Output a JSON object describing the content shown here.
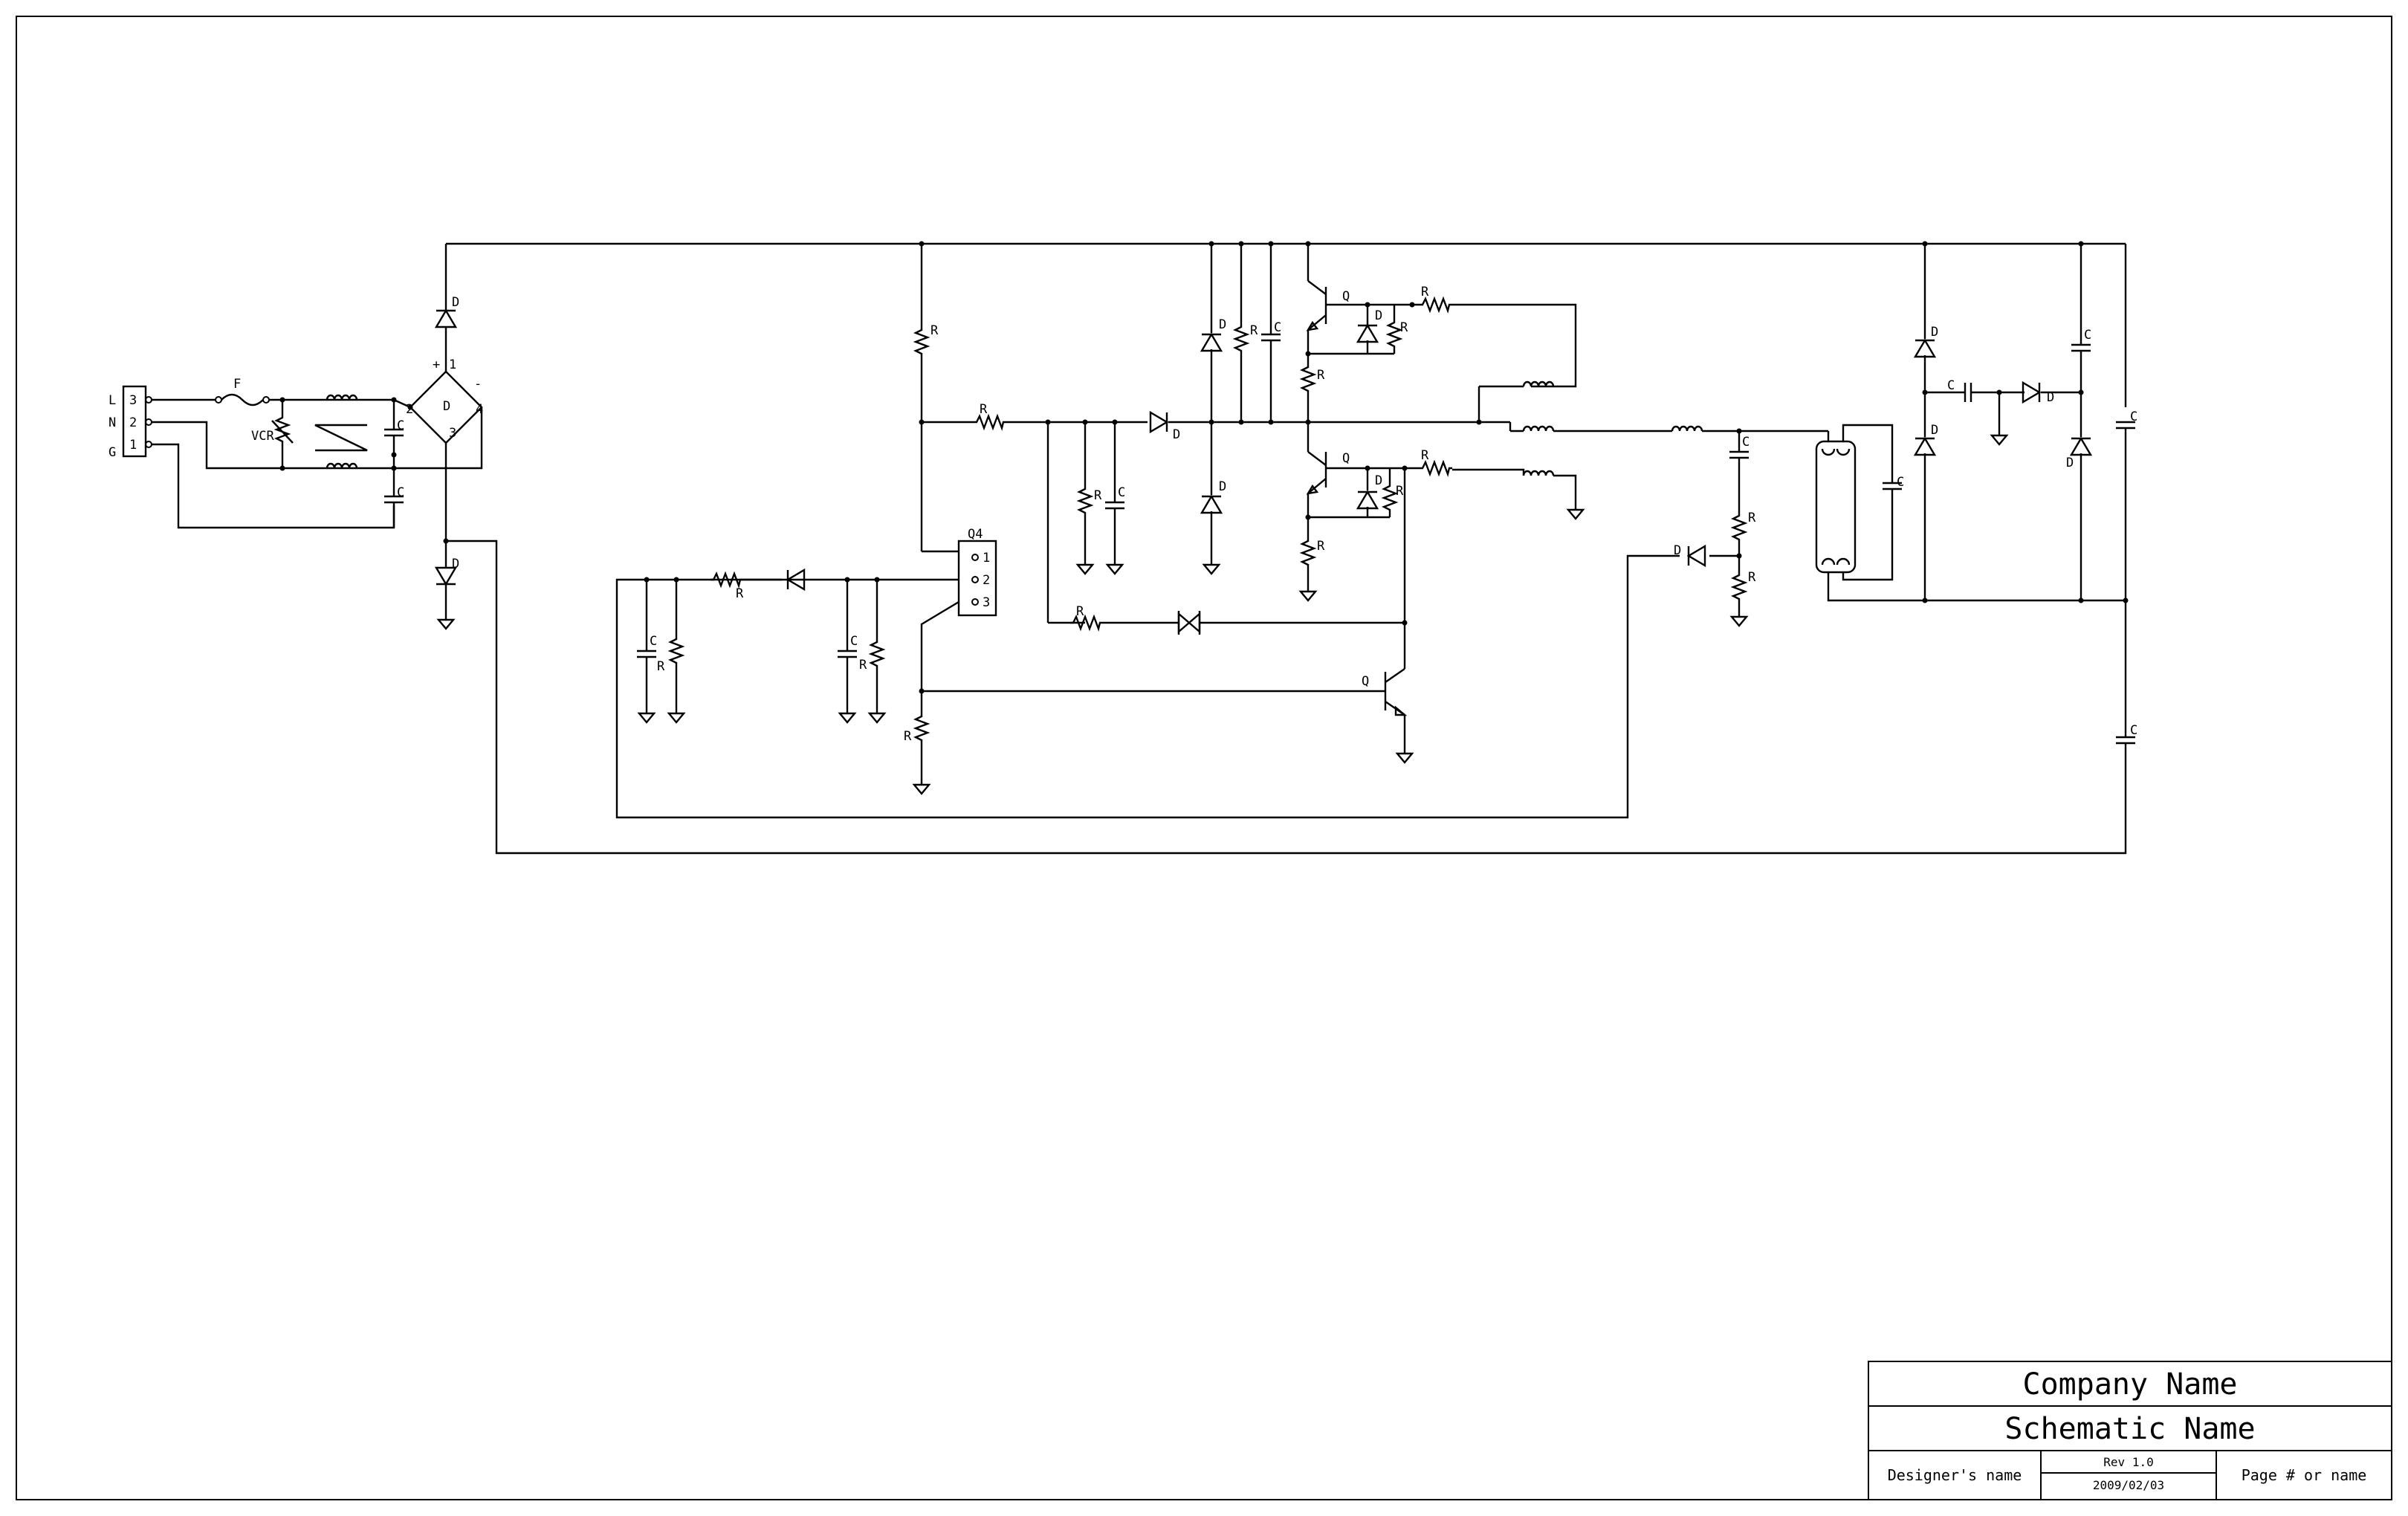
{
  "title_block": {
    "company": "Company Name",
    "schematic": "Schematic Name",
    "designer": "Designer's name",
    "rev": "Rev 1.0",
    "date": "2009/02/03",
    "page": "Page # or name"
  },
  "connector": {
    "pins": [
      "3",
      "2",
      "1"
    ],
    "lines": [
      "L",
      "N",
      "G"
    ]
  },
  "ic": {
    "name": "Q4",
    "pins": [
      "1",
      "2",
      "3"
    ]
  },
  "bridge_pins": {
    "plus": "+",
    "minus": "-",
    "p1": "1",
    "p2": "2",
    "p3": "3",
    "p4": "4"
  },
  "labels": {
    "fuse": "F",
    "varistor": "VCR",
    "resistor": "R",
    "capacitor": "C",
    "diode": "D",
    "transistor": "Q"
  }
}
